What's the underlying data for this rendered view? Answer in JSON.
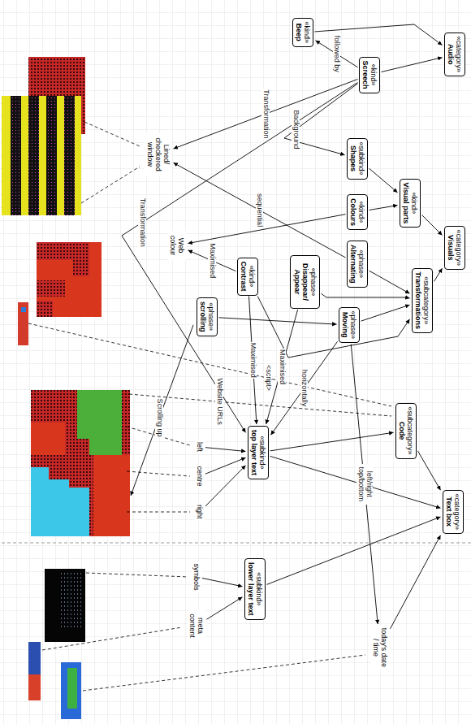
{
  "diagram": {
    "nodes": [
      {
        "text": [
          "«category»",
          "Audio"
        ]
      },
      {
        "text": [
          "«kind»",
          "Beep"
        ]
      },
      {
        "text": [
          "«kind»",
          "Screech"
        ]
      },
      {
        "text": [
          "Lined/ checkered window"
        ]
      },
      {
        "text": [
          "«category»",
          "Visuals"
        ]
      },
      {
        "text": [
          "«kind»",
          "Visual parts"
        ]
      },
      {
        "text": [
          "«subkind»",
          "Shapes"
        ]
      },
      {
        "text": [
          "«kind»",
          "Colours"
        ]
      },
      {
        "text": [
          "«subcategory»",
          "Transformations"
        ]
      },
      {
        "text": [
          "«phase»",
          "Alternating"
        ]
      },
      {
        "text": [
          "«phase»",
          "Disappear/ Appear"
        ]
      },
      {
        "text": [
          "Web colour"
        ]
      },
      {
        "text": [
          "«kind»",
          "Contrast"
        ]
      },
      {
        "text": [
          "«phase»",
          "scrolling"
        ]
      },
      {
        "text": [
          "«phase»",
          "Moving"
        ]
      },
      {
        "text": [
          "«subcategory»",
          "Code"
        ]
      },
      {
        "text": [
          "«subkind»",
          "top layer text"
        ]
      },
      {
        "text": [
          "left"
        ]
      },
      {
        "text": [
          "centre"
        ]
      },
      {
        "text": [
          "right"
        ]
      },
      {
        "text": [
          "«category»",
          "Text box"
        ]
      },
      {
        "text": [
          "«subkind»",
          "lower layer text"
        ]
      },
      {
        "text": [
          "symbols"
        ]
      },
      {
        "text": [
          "meta content"
        ]
      },
      {
        "text": [
          "today's date / time"
        ]
      }
    ],
    "edges": [
      {
        "from": 2,
        "to": 0,
        "arrow": "to"
      },
      {
        "from": 1,
        "to": 0,
        "arrow": "to"
      },
      {
        "from": 2,
        "to": 1,
        "label": "followed by",
        "arrow": "to"
      },
      {
        "from": 2,
        "to": 3,
        "label": "Transformation",
        "arrow": "to"
      },
      {
        "from": 2,
        "to": 6,
        "label": "Background",
        "arrow": "to"
      },
      {
        "from": 2,
        "to": 16,
        "label": "Transformation",
        "arrow": "to"
      },
      {
        "from": 6,
        "to": 5,
        "arrow": "to"
      },
      {
        "from": 7,
        "to": 5,
        "arrow": "to"
      },
      {
        "from": 5,
        "to": 4,
        "arrow": "to"
      },
      {
        "from": 8,
        "to": 4,
        "arrow": "to"
      },
      {
        "from": 9,
        "to": 8,
        "arrow": "to"
      },
      {
        "from": 10,
        "to": 8,
        "arrow": "to"
      },
      {
        "from": 12,
        "to": 8,
        "arrow": "to"
      },
      {
        "from": 14,
        "to": 8,
        "arrow": "to"
      },
      {
        "from": 9,
        "to": 3,
        "label": "sequential",
        "arrow": "to"
      },
      {
        "from": 7,
        "to": 11,
        "arrow": "to"
      },
      {
        "from": 12,
        "to": 11,
        "label": "Maximised",
        "arrow": "to"
      },
      {
        "from": 12,
        "to": 16,
        "label": "Maximised",
        "arrow": "to"
      },
      {
        "from": 10,
        "to": 16,
        "label": "Maximised",
        "arrow": "to"
      },
      {
        "from": 14,
        "to": 16,
        "label": "horizontally",
        "arrow": "to"
      },
      {
        "from": 14,
        "to": 24,
        "label": "left/right top/bottom",
        "arrow": "to"
      },
      {
        "from": 13,
        "to": 14,
        "arrow": "to"
      },
      {
        "from": 16,
        "to": 15,
        "arrow": "to"
      },
      {
        "from": 16,
        "to": 20,
        "arrow": "to"
      },
      {
        "from": 15,
        "to": 20,
        "arrow": "to"
      },
      {
        "from": 21,
        "to": 20,
        "arrow": "to"
      },
      {
        "from": 24,
        "to": 20,
        "arrow": "to"
      },
      {
        "from": 17,
        "to": 16,
        "arrow": "to"
      },
      {
        "from": 18,
        "to": 16,
        "arrow": "to"
      },
      {
        "from": 19,
        "to": 16,
        "arrow": "to"
      },
      {
        "from": 22,
        "to": 21,
        "arrow": "to"
      },
      {
        "from": 23,
        "to": 21,
        "arrow": "to"
      }
    ],
    "labels": [
      "<script>",
      "Website URLs",
      "Scrolling up"
    ]
  }
}
